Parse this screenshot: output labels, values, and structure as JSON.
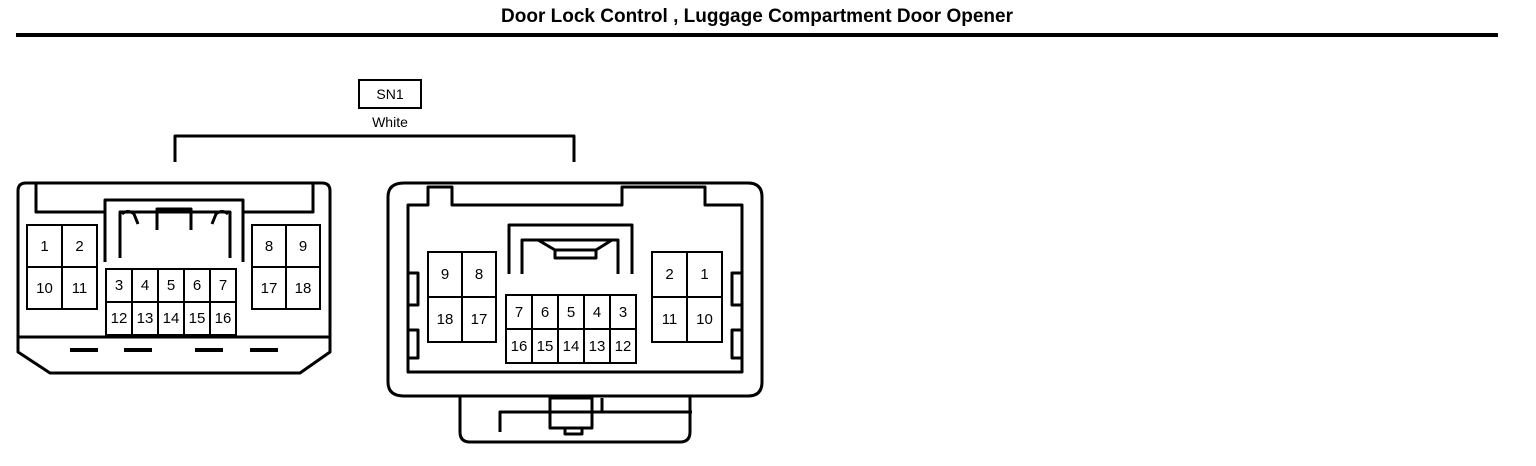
{
  "title": "Door Lock Control , Luggage Compartment Door Opener",
  "connector": {
    "code": "SN1",
    "color": "White",
    "left_view": {
      "top_left_block": [
        [
          "1",
          "2"
        ],
        [
          "10",
          "11"
        ]
      ],
      "center_block": [
        [
          "3",
          "4",
          "5",
          "6",
          "7"
        ],
        [
          "12",
          "13",
          "14",
          "15",
          "16"
        ]
      ],
      "top_right_block": [
        [
          "8",
          "9"
        ],
        [
          "17",
          "18"
        ]
      ]
    },
    "right_view": {
      "left_block": [
        [
          "9",
          "8"
        ],
        [
          "18",
          "17"
        ]
      ],
      "center_block": [
        [
          "7",
          "6",
          "5",
          "4",
          "3"
        ],
        [
          "16",
          "15",
          "14",
          "13",
          "12"
        ]
      ],
      "right_block": [
        [
          "2",
          "1"
        ],
        [
          "11",
          "10"
        ]
      ]
    }
  }
}
